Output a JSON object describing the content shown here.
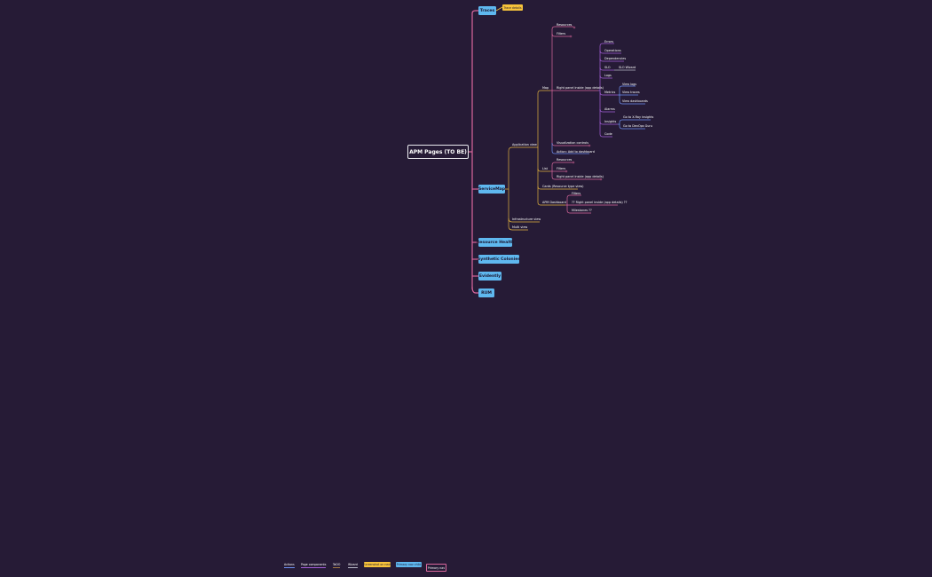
{
  "root": "APM Pages (TO BE)",
  "colors": {
    "background": "#261b36",
    "primary_node": "#5fb8ef",
    "screenshot_yellow": "#f7c33b",
    "branch_pink": "#d9679c",
    "branch_yellow": "#e0b13f",
    "actions_blue": "#6e8ff0",
    "page_components": "#a35fd6",
    "todo_brown": "#a07a44",
    "wizard_gray": "#b9b9c8"
  },
  "primary_nodes": {
    "traces": "Traces",
    "servicemap": "ServiceMap",
    "resource_health": "Resource Health",
    "synthetic_colonies": "Synthetic Colonies",
    "evidently": "Evidently",
    "rum": "RUM"
  },
  "trace_details": "Trace details",
  "labels": {
    "application_view": "Application view",
    "infrastructure_view": "Infrastructure view",
    "multi_view": "Multi view",
    "map": "Map",
    "list": "List",
    "resources_1": "Resources",
    "filters_1": "Filters",
    "right_panel_map": "Right panel inside (app details)",
    "visualization_controls": "Visualization controls",
    "action_add_dashboard": "Action: Add to dashboard",
    "resources_2": "Resources",
    "filters_2": "Filters",
    "right_panel_list": "Right panel inside (app details)",
    "cards": "Cards (Resource type view)",
    "apm_dashboard": "APM Dashboard",
    "filters_3": "Filters",
    "right_panel_dash": "?? Right panel inside (app details) ??",
    "milestones": "Milestones ??",
    "errors": "Errors",
    "operations": "Operations",
    "dependencies": "Dependencies",
    "slo": "SLO",
    "slo_wizard": "SLO Wizard",
    "logs": "Logs",
    "metrics": "Metrics",
    "view_logs": "View logs",
    "view_traces": "View traces",
    "view_dashboards": "View dashboards",
    "alarms": "Alarms",
    "insights": "Insights",
    "go_xray": "Go to X-Ray insights",
    "go_devops": "Go to DevOps Guru",
    "code": "Code"
  },
  "legend": {
    "actions": "Actions",
    "page_components": "Page components",
    "todo": "TaDO",
    "wizard": "Wizard",
    "screenshot": "Screenshot on next",
    "primary_nav_child": "Primary nav child",
    "primary_nav": "Primary nav"
  }
}
